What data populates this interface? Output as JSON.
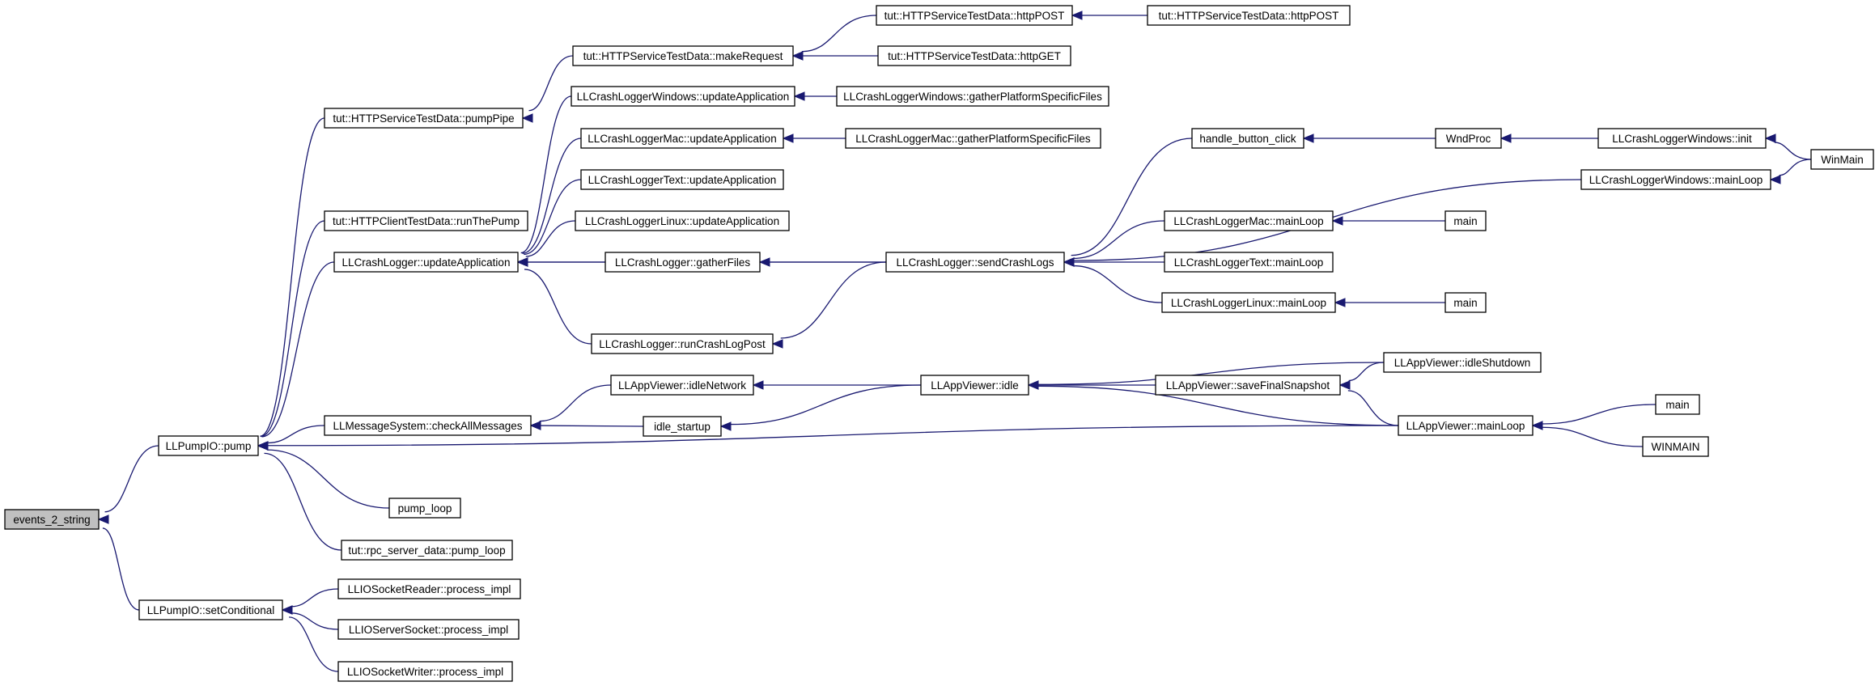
{
  "graph": {
    "title": "",
    "colors": {
      "edge": "#191970",
      "node_border": "#000000",
      "root_fill": "#c0c0c0",
      "node_fill": "#ffffff"
    },
    "nodes": [
      {
        "id": "n0",
        "label": "events_2_string",
        "root": true
      },
      {
        "id": "n1",
        "label": "LLPumpIO::pump"
      },
      {
        "id": "n2",
        "label": "LLPumpIO::setConditional"
      },
      {
        "id": "n3",
        "label": "tut::HTTPServiceTestData::pumpPipe"
      },
      {
        "id": "n4",
        "label": "tut::HTTPClientTestData::runThePump"
      },
      {
        "id": "n5",
        "label": "LLCrashLogger::updateApplication"
      },
      {
        "id": "n6",
        "label": "LLMessageSystem::checkAllMessages"
      },
      {
        "id": "n7",
        "label": "pump_loop"
      },
      {
        "id": "n8",
        "label": "tut::rpc_server_data::pump_loop"
      },
      {
        "id": "n9",
        "label": "LLIOSocketReader::process_impl"
      },
      {
        "id": "n10",
        "label": "LLIOServerSocket::process_impl"
      },
      {
        "id": "n11",
        "label": "LLIOSocketWriter::process_impl"
      },
      {
        "id": "n12",
        "label": "tut::HTTPServiceTestData::makeRequest"
      },
      {
        "id": "n13",
        "label": "LLCrashLoggerWindows::updateApplication"
      },
      {
        "id": "n14",
        "label": "LLCrashLoggerMac::updateApplication"
      },
      {
        "id": "n15",
        "label": "LLCrashLoggerText::updateApplication"
      },
      {
        "id": "n16",
        "label": "LLCrashLoggerLinux::updateApplication"
      },
      {
        "id": "n17",
        "label": "LLCrashLogger::gatherFiles"
      },
      {
        "id": "n18",
        "label": "LLCrashLogger::runCrashLogPost"
      },
      {
        "id": "n19",
        "label": "LLAppViewer::idleNetwork"
      },
      {
        "id": "n20",
        "label": "idle_startup"
      },
      {
        "id": "n21",
        "label": "tut::HTTPServiceTestData::httpPOST"
      },
      {
        "id": "n22",
        "label": "tut::HTTPServiceTestData::httpGET"
      },
      {
        "id": "n23",
        "label": "LLCrashLoggerWindows::gatherPlatformSpecificFiles"
      },
      {
        "id": "n24",
        "label": "LLCrashLoggerMac::gatherPlatformSpecificFiles"
      },
      {
        "id": "n25",
        "label": "LLCrashLogger::sendCrashLogs"
      },
      {
        "id": "n26",
        "label": "LLAppViewer::idle"
      },
      {
        "id": "n27",
        "label": "tut::HTTPServiceTestData::httpPOST"
      },
      {
        "id": "n28",
        "label": "handle_button_click"
      },
      {
        "id": "n29",
        "label": "LLCrashLoggerMac::mainLoop"
      },
      {
        "id": "n30",
        "label": "LLCrashLoggerText::mainLoop"
      },
      {
        "id": "n31",
        "label": "LLCrashLoggerLinux::mainLoop"
      },
      {
        "id": "n32",
        "label": "LLAppViewer::saveFinalSnapshot"
      },
      {
        "id": "n33",
        "label": "WndProc"
      },
      {
        "id": "n34",
        "label": "main"
      },
      {
        "id": "n35",
        "label": "main"
      },
      {
        "id": "n36",
        "label": "LLAppViewer::idleShutdown"
      },
      {
        "id": "n37",
        "label": "LLAppViewer::mainLoop"
      },
      {
        "id": "n38",
        "label": "LLCrashLoggerWindows::init"
      },
      {
        "id": "n39",
        "label": "LLCrashLoggerWindows::mainLoop"
      },
      {
        "id": "n40",
        "label": "main"
      },
      {
        "id": "n41",
        "label": "WINMAIN"
      },
      {
        "id": "n42",
        "label": "WinMain"
      }
    ],
    "edges": [
      {
        "from": "n1",
        "to": "n0"
      },
      {
        "from": "n2",
        "to": "n0"
      },
      {
        "from": "n3",
        "to": "n1"
      },
      {
        "from": "n4",
        "to": "n1"
      },
      {
        "from": "n5",
        "to": "n1"
      },
      {
        "from": "n6",
        "to": "n1"
      },
      {
        "from": "n7",
        "to": "n1"
      },
      {
        "from": "n8",
        "to": "n1"
      },
      {
        "from": "n37",
        "to": "n1"
      },
      {
        "from": "n9",
        "to": "n2"
      },
      {
        "from": "n10",
        "to": "n2"
      },
      {
        "from": "n11",
        "to": "n2"
      },
      {
        "from": "n12",
        "to": "n3"
      },
      {
        "from": "n21",
        "to": "n12"
      },
      {
        "from": "n22",
        "to": "n12"
      },
      {
        "from": "n27",
        "to": "n21"
      },
      {
        "from": "n13",
        "to": "n5"
      },
      {
        "from": "n14",
        "to": "n5"
      },
      {
        "from": "n15",
        "to": "n5"
      },
      {
        "from": "n16",
        "to": "n5"
      },
      {
        "from": "n17",
        "to": "n5"
      },
      {
        "from": "n25",
        "to": "n5"
      },
      {
        "from": "n18",
        "to": "n5"
      },
      {
        "from": "n23",
        "to": "n13"
      },
      {
        "from": "n24",
        "to": "n14"
      },
      {
        "from": "n25",
        "to": "n17"
      },
      {
        "from": "n25",
        "to": "n18"
      },
      {
        "from": "n28",
        "to": "n25"
      },
      {
        "from": "n39",
        "to": "n25"
      },
      {
        "from": "n29",
        "to": "n25"
      },
      {
        "from": "n30",
        "to": "n25"
      },
      {
        "from": "n31",
        "to": "n25"
      },
      {
        "from": "n33",
        "to": "n28"
      },
      {
        "from": "n38",
        "to": "n33"
      },
      {
        "from": "n42",
        "to": "n38"
      },
      {
        "from": "n42",
        "to": "n39"
      },
      {
        "from": "n34",
        "to": "n29"
      },
      {
        "from": "n35",
        "to": "n31"
      },
      {
        "from": "n19",
        "to": "n6"
      },
      {
        "from": "n20",
        "to": "n6"
      },
      {
        "from": "n26",
        "to": "n19"
      },
      {
        "from": "n26",
        "to": "n20"
      },
      {
        "from": "n36",
        "to": "n26"
      },
      {
        "from": "n32",
        "to": "n26"
      },
      {
        "from": "n37",
        "to": "n26"
      },
      {
        "from": "n36",
        "to": "n32"
      },
      {
        "from": "n37",
        "to": "n32"
      },
      {
        "from": "n40",
        "to": "n37"
      },
      {
        "from": "n41",
        "to": "n37"
      }
    ]
  }
}
